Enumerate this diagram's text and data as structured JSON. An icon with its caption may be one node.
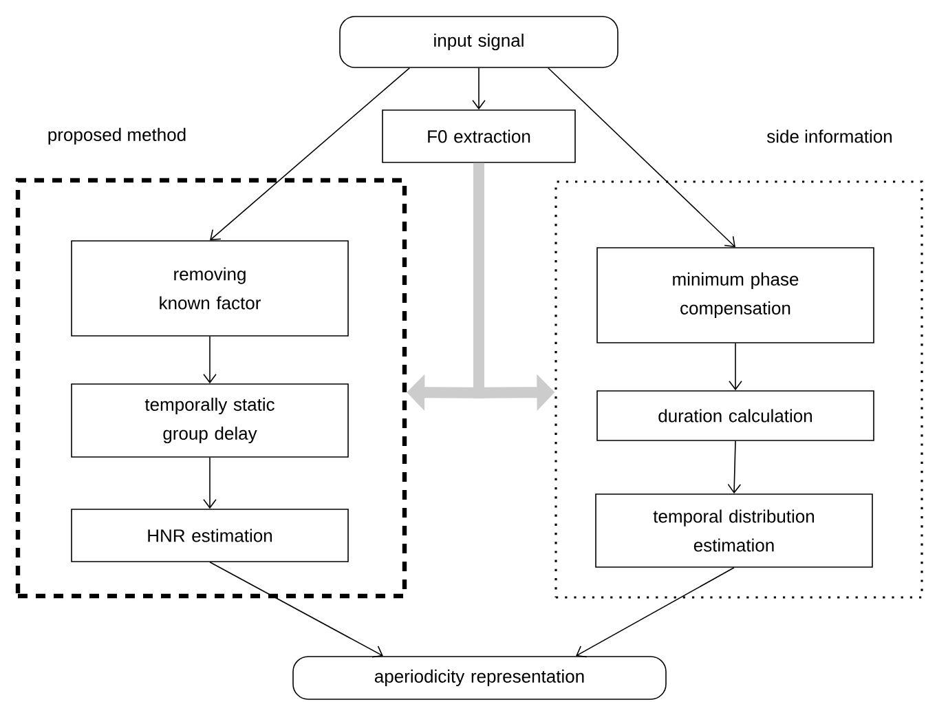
{
  "diagram": {
    "nodes": [
      {
        "text": [
          "input signal"
        ]
      },
      {
        "text": [
          "F0 extraction"
        ]
      },
      {
        "text": [
          "proposed method"
        ]
      },
      {
        "text": [
          "removing known factor"
        ],
        "in": 2
      },
      {
        "text": [
          "temporally static group delay"
        ],
        "in": 2
      },
      {
        "text": [
          "HNR estimation"
        ],
        "in": 2
      },
      {
        "text": [
          "side information"
        ]
      },
      {
        "text": [
          "minimum phase compensation"
        ],
        "in": 6
      },
      {
        "text": [
          "duration calculation"
        ],
        "in": 6
      },
      {
        "text": [
          "temporal distribution estimation"
        ],
        "in": 6
      },
      {
        "text": [
          "aperiodicity representation"
        ]
      }
    ],
    "edges": [
      {
        "from": 0,
        "to": 1,
        "arrow": "to"
      },
      {
        "from": 0,
        "to": 3,
        "arrow": "to"
      },
      {
        "from": 0,
        "to": 7,
        "arrow": "to"
      },
      {
        "from": 3,
        "to": 4,
        "arrow": "to"
      },
      {
        "from": 4,
        "to": 5,
        "arrow": "to"
      },
      {
        "from": 7,
        "to": 8,
        "arrow": "to"
      },
      {
        "from": 8,
        "to": 9,
        "arrow": "to"
      },
      {
        "from": 5,
        "to": 10,
        "arrow": "to"
      },
      {
        "from": 9,
        "to": 10,
        "arrow": "to"
      },
      {
        "from": 1,
        "to": 2,
        "arrow": "to",
        "style": "thick",
        "color": "#cccccc"
      },
      {
        "from": 1,
        "to": 6,
        "arrow": "to",
        "style": "thick",
        "color": "#cccccc"
      }
    ]
  }
}
